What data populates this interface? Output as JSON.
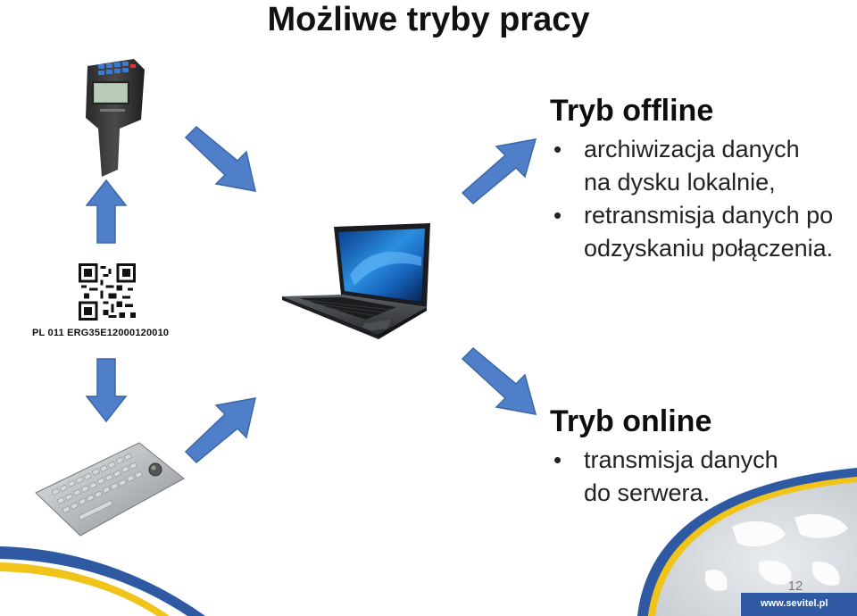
{
  "slide": {
    "title": "Możliwe tryby pracy",
    "offline": {
      "heading": "Tryb offline",
      "bullets": [
        {
          "lines": [
            "archiwizacja danych",
            "na dysku lokalnie,"
          ]
        },
        {
          "lines": [
            "retransmisja danych po",
            "odzyskaniu połączenia."
          ]
        }
      ]
    },
    "online": {
      "heading": "Tryb online",
      "bullets": [
        {
          "lines": [
            "transmisja danych",
            "do serwera."
          ]
        }
      ]
    },
    "qr_caption": "PL 011 ERG35E12000120010",
    "page_number": "12",
    "footer_url": "www.sevitel.pl"
  },
  "colors": {
    "arrow_fill": "#4f7fc8",
    "arrow_stroke": "#3b67a8",
    "footer_blue": "#2f5aa3",
    "footer_yellow": "#f0c419"
  },
  "icons": [
    "handheld-scanner-icon",
    "qr-code-icon",
    "laptop-icon",
    "metal-keyboard-icon",
    "world-map-icon"
  ]
}
